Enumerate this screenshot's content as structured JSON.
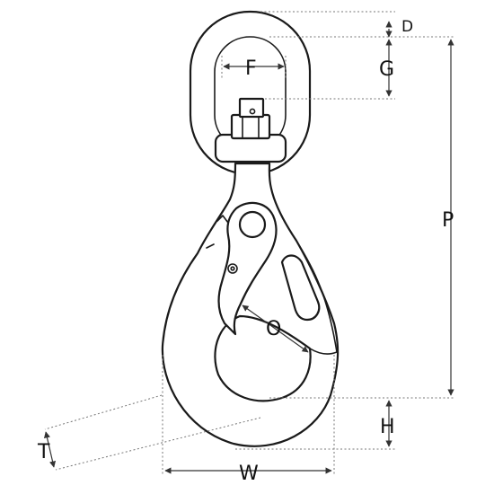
{
  "diagram": {
    "labels": {
      "D": "D",
      "F": "F",
      "G": "G",
      "P": "P",
      "O": "O",
      "H": "H",
      "T": "T",
      "W": "W"
    },
    "colors": {
      "line": "#1a1a1a",
      "dimension": "#777777",
      "background": "#ffffff"
    }
  }
}
